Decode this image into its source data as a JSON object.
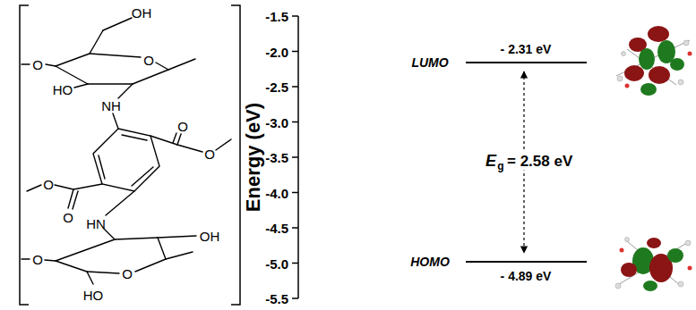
{
  "diagram": {
    "labels": [
      "OH",
      "O",
      "O",
      "HO",
      "NH",
      "O",
      "O",
      "O",
      "O",
      "HN",
      "O",
      "OH",
      "O",
      "HO",
      "Energy (eV)",
      "-1.5",
      "-2.0",
      "-2.5",
      "-3.0",
      "-3.5",
      "-4.0",
      "-4.5",
      "-5.0",
      "-5.5",
      "LUMO",
      "- 2.31 eV",
      "HOMO",
      "- 4.89 eV",
      "E",
      "g",
      "= 2.58 eV"
    ]
  }
}
